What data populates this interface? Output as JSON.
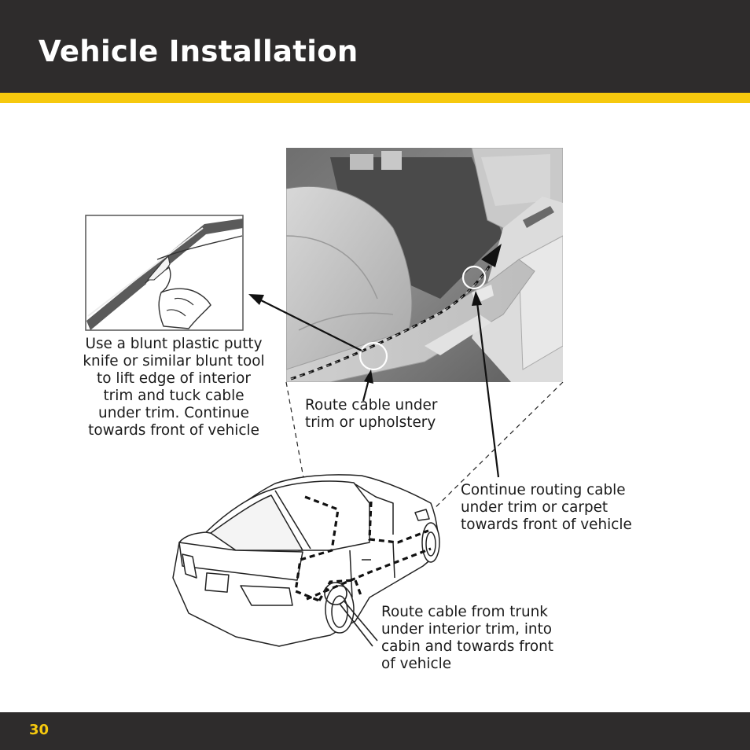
{
  "header": {
    "title": "Vehicle Installation"
  },
  "colors": {
    "header_background": "#2e2c2c",
    "accent": "#f6c90e",
    "page_background": "#ffffff",
    "text": "#1a1a1a"
  },
  "figures": {
    "trim_detail_inset": "hand-tucking-cable-under-trim",
    "interior_photo": "cabin-floor-with-dashed-cable-route",
    "car_diagram": "sedan-rear-three-quarter-with-dashed-cable-route"
  },
  "captions": {
    "putty_knife": "Use a blunt plastic putty\nknife or similar blunt tool\nto lift edge of interior\ntrim and tuck cable\nunder trim. Continue\ntowards front of vehicle",
    "route_under": "Route cable under\ntrim or upholstery",
    "continue_routing": "Continue routing cable\nunder trim or carpet\ntowards front of vehicle",
    "from_trunk": "Route cable from trunk\nunder interior trim, into\ncabin and towards front\nof vehicle"
  },
  "footer": {
    "page_number": "30"
  }
}
